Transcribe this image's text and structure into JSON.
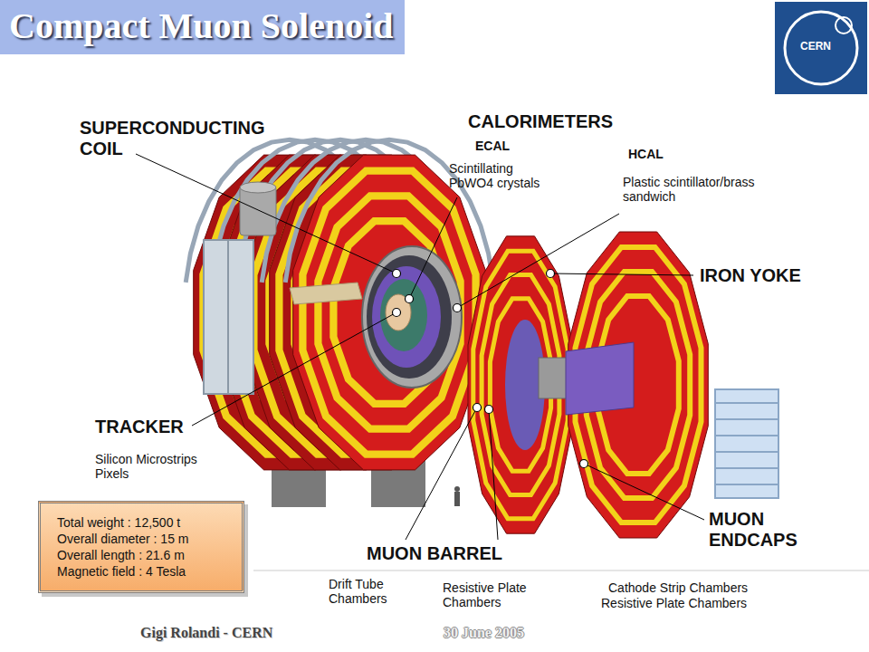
{
  "diagram": {
    "title": "Compact Muon Solenoid",
    "nodes": [
      {
        "text": [
          "Total weight : 12,500 t",
          "Overall diameter : 15 m",
          "Overall length : 21.6 m",
          "Magnetic field : 4 Tesla"
        ]
      }
    ],
    "labels": [
      "SUPERCONDUCTING COIL",
      "CALORIMETERS",
      "ECAL",
      "Scintillating PbWO4 crystals",
      "HCAL",
      "Plastic scintillator/brass sandwich",
      "IRON YOKE",
      "TRACKER",
      "Silicon Microstrips Pixels",
      "MUON BARREL",
      "Drift Tube Chambers",
      "Resistive Plate Chambers",
      "Cathode Strip Chambers",
      "Resistive Plate Chambers",
      "MUON ENDCAPS",
      "CERN",
      "Gigi Rolandi - CERN",
      "30 June 2005"
    ]
  }
}
